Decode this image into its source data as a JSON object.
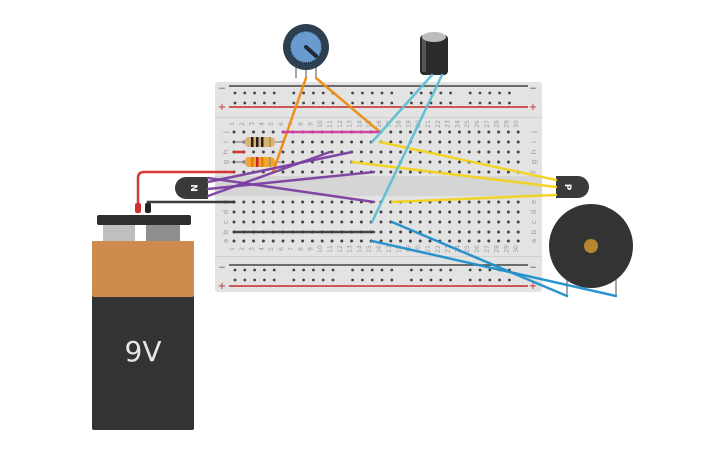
{
  "app": {
    "title": "Breadboard circuit simulation"
  },
  "breadboard": {
    "columns": 30,
    "rows_top": [
      "j",
      "i",
      "h",
      "g",
      "f"
    ],
    "rows_bottom": [
      "e",
      "d",
      "c",
      "b",
      "a"
    ],
    "rail_labels": {
      "minus": "−",
      "plus": "+"
    },
    "colors": {
      "body": "#e3e3e3",
      "hole": "#444444",
      "rail_red": "#c62828",
      "rail_black": "#444444",
      "label": "#999999"
    }
  },
  "components": {
    "battery": {
      "label": "9V",
      "top_color": "#cf8a4e",
      "body_color": "#333333"
    },
    "transistor_npn": {
      "label": "N"
    },
    "transistor_pnp": {
      "label": "P"
    },
    "potentiometer": {
      "name": "Potentiometer",
      "knob_color": "#6a9bd0"
    },
    "capacitor": {
      "name": "Electrolytic capacitor"
    },
    "buzzer": {
      "name": "Piezo buzzer",
      "center_color": "#b8862e"
    },
    "resistor_1": {
      "bands": [
        "#222222",
        "#222222",
        "#222222"
      ],
      "name": "Resistor 1"
    },
    "resistor_2": {
      "bands": [
        "#e67e00",
        "#c62828",
        "#e67e00"
      ],
      "name": "Resistor 2"
    }
  },
  "wires": [
    {
      "name": "wire-red-battery",
      "color": "#d32f2f"
    },
    {
      "name": "wire-black-battery",
      "color": "#333333"
    },
    {
      "name": "wire-orange-1",
      "color": "#f08a0f"
    },
    {
      "name": "wire-orange-2",
      "color": "#f08a0f"
    },
    {
      "name": "wire-magenta",
      "color": "#d63a9e"
    },
    {
      "name": "wire-purple-1",
      "color": "#7b3fa0"
    },
    {
      "name": "wire-purple-2",
      "color": "#7b3fa0"
    },
    {
      "name": "wire-purple-3",
      "color": "#7b3fa0"
    },
    {
      "name": "wire-purple-4",
      "color": "#7b3fa0"
    },
    {
      "name": "wire-yellow-1",
      "color": "#f2d21b"
    },
    {
      "name": "wire-yellow-2",
      "color": "#f2d21b"
    },
    {
      "name": "wire-yellow-3",
      "color": "#f2d21b"
    },
    {
      "name": "wire-cyan-1",
      "color": "#5bbfd3"
    },
    {
      "name": "wire-cyan-2",
      "color": "#5bbfd3"
    },
    {
      "name": "wire-blue-1",
      "color": "#1e8fc9"
    },
    {
      "name": "wire-blue-2",
      "color": "#1e8fc9"
    },
    {
      "name": "wire-black-row-b",
      "color": "#3d3d3d"
    },
    {
      "name": "wire-red-row-h",
      "color": "#d32f2f"
    }
  ]
}
